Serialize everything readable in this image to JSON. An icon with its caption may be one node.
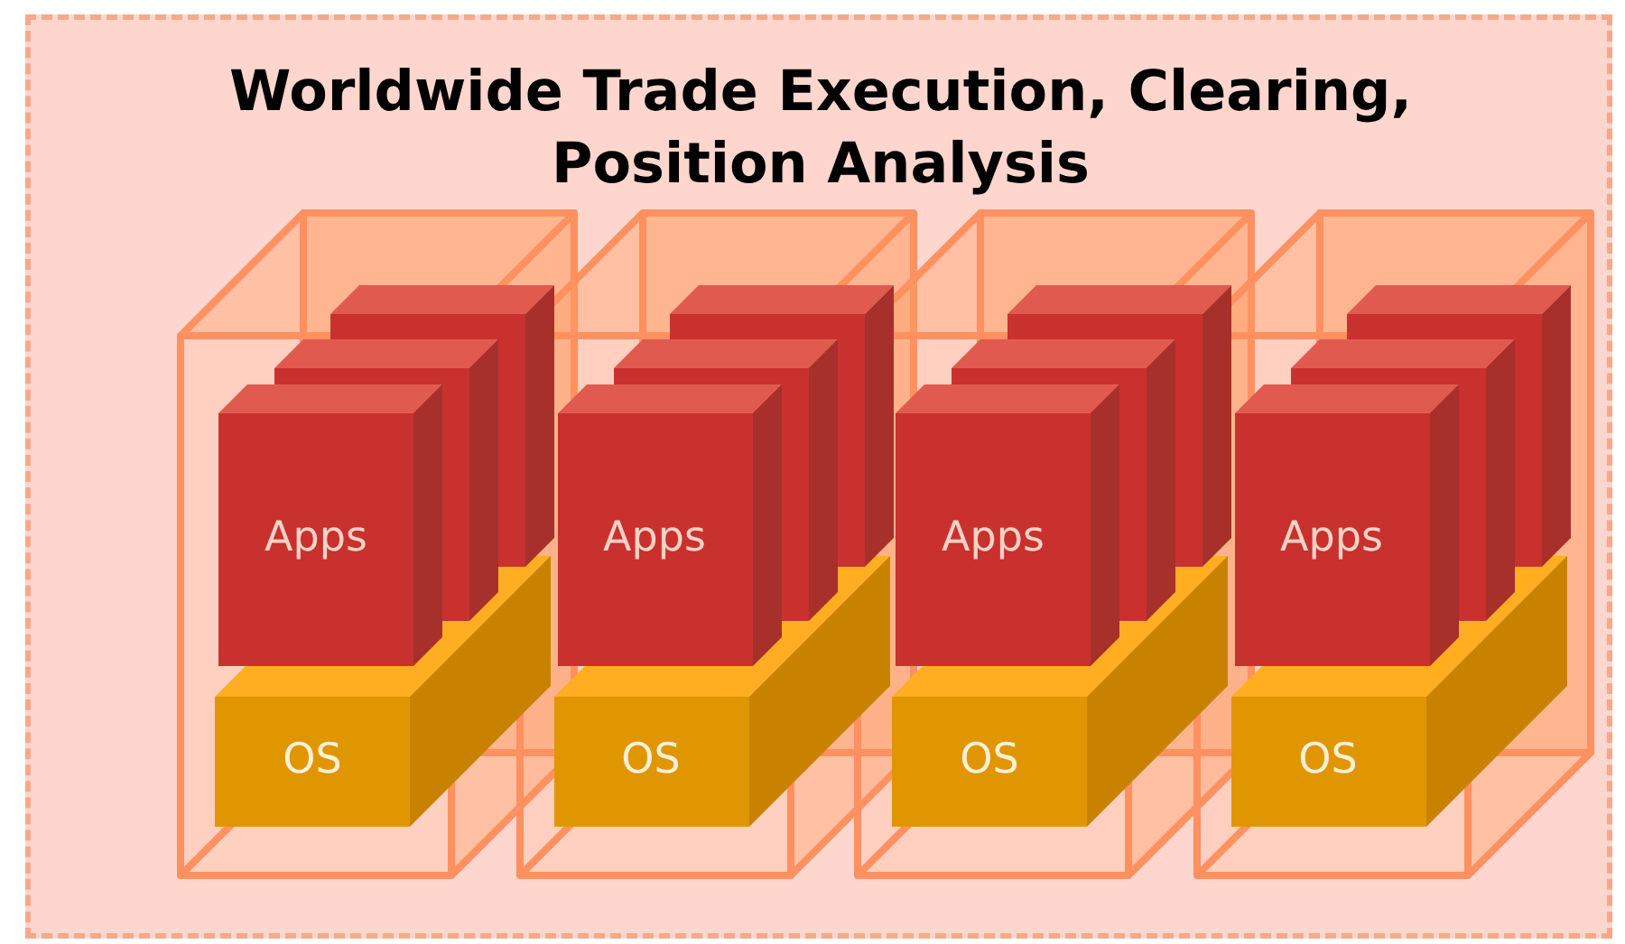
{
  "diagram": {
    "nodes": [
      {
        "text": [
          "Worldwide Trade Execution, Clearing, Position Analysis"
        ]
      },
      {
        "text": [],
        "shape": "box",
        "in": 0
      },
      {
        "text": [],
        "shape": "box",
        "in": 1
      },
      {
        "text": [],
        "shape": "box",
        "in": 1
      },
      {
        "text": [
          "Apps"
        ],
        "in": 1
      },
      {
        "text": [
          "OS"
        ],
        "in": 1
      },
      {
        "text": [],
        "shape": "box",
        "in": 0
      },
      {
        "text": [],
        "shape": "box",
        "in": 6
      },
      {
        "text": [],
        "shape": "box",
        "in": 6
      },
      {
        "text": [
          "Apps"
        ],
        "in": 6
      },
      {
        "text": [
          "OS"
        ],
        "in": 6
      },
      {
        "text": [],
        "shape": "box",
        "in": 0
      },
      {
        "text": [],
        "shape": "box",
        "in": 11
      },
      {
        "text": [],
        "shape": "box",
        "in": 11
      },
      {
        "text": [
          "Apps"
        ],
        "in": 11
      },
      {
        "text": [
          "OS"
        ],
        "in": 11
      },
      {
        "text": [],
        "shape": "box",
        "in": 0
      },
      {
        "text": [],
        "shape": "box",
        "in": 16
      },
      {
        "text": [],
        "shape": "box",
        "in": 16
      },
      {
        "text": [
          "Apps"
        ],
        "in": 16
      },
      {
        "text": [
          "OS"
        ],
        "in": 16
      }
    ]
  }
}
